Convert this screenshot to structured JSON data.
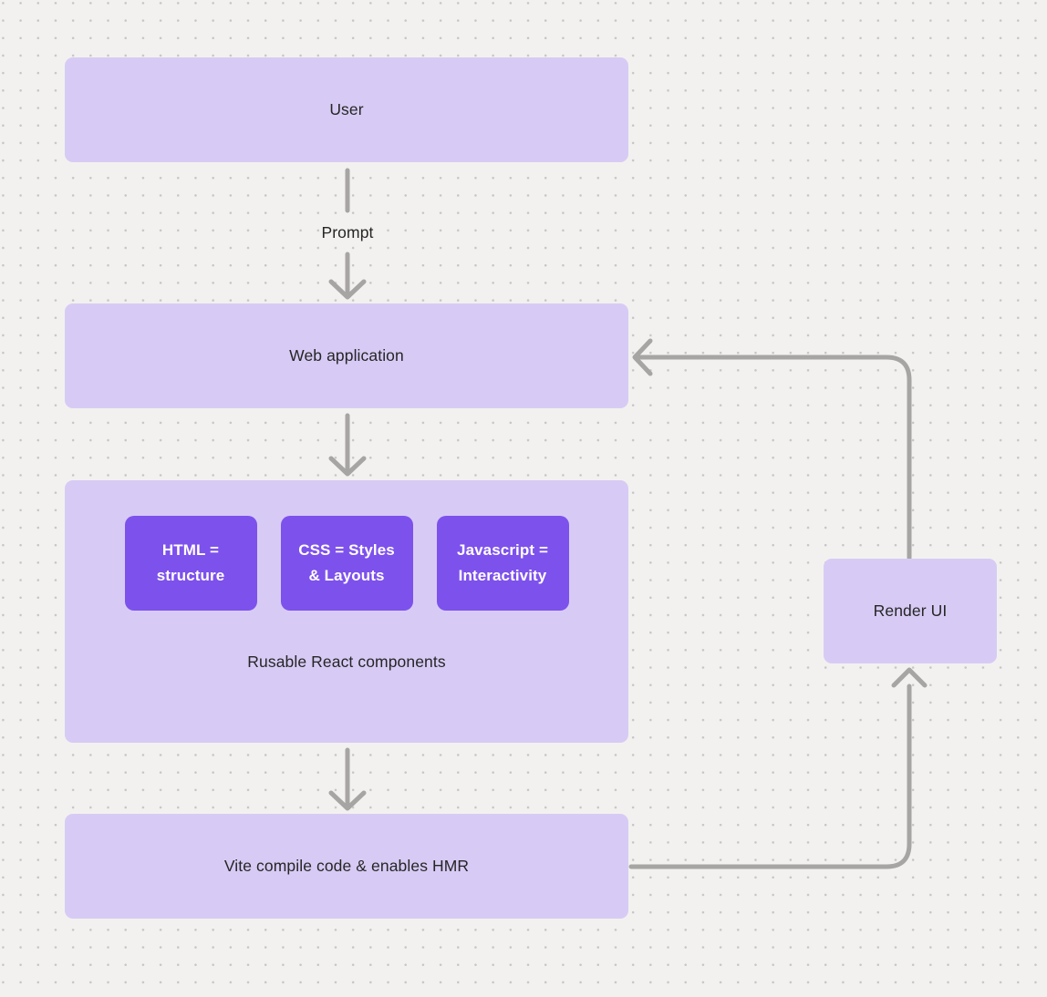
{
  "diagram": {
    "nodes": {
      "user": {
        "label": "User"
      },
      "web_application": {
        "label": "Web application"
      },
      "components_group": {
        "caption": "Rusable React components"
      },
      "components": [
        {
          "label": "HTML =\nstructure"
        },
        {
          "label": "CSS = Styles\n& Layouts"
        },
        {
          "label": "Javascript =\nInteractivity"
        }
      ],
      "vite": {
        "label": "Vite compile code & enables HMR"
      },
      "render_ui": {
        "label": "Render UI"
      }
    },
    "edges": {
      "user_to_webapp_label": "Prompt",
      "connections": [
        "User -> Web application (labeled Prompt)",
        "Web application -> Rusable React components",
        "Rusable React components -> Vite compile code & enables HMR",
        "Vite compile code & enables HMR -> Render UI",
        "Render UI -> Web application"
      ]
    },
    "colors": {
      "background": "#f2f1ef",
      "dot_grid": "#c8c6c4",
      "node_fill_light": "#d7cbf5",
      "node_fill_accent": "#7d51ec",
      "node_text_dark": "#262626",
      "node_text_light": "#ffffff",
      "connector": "#a7a5a3"
    }
  }
}
